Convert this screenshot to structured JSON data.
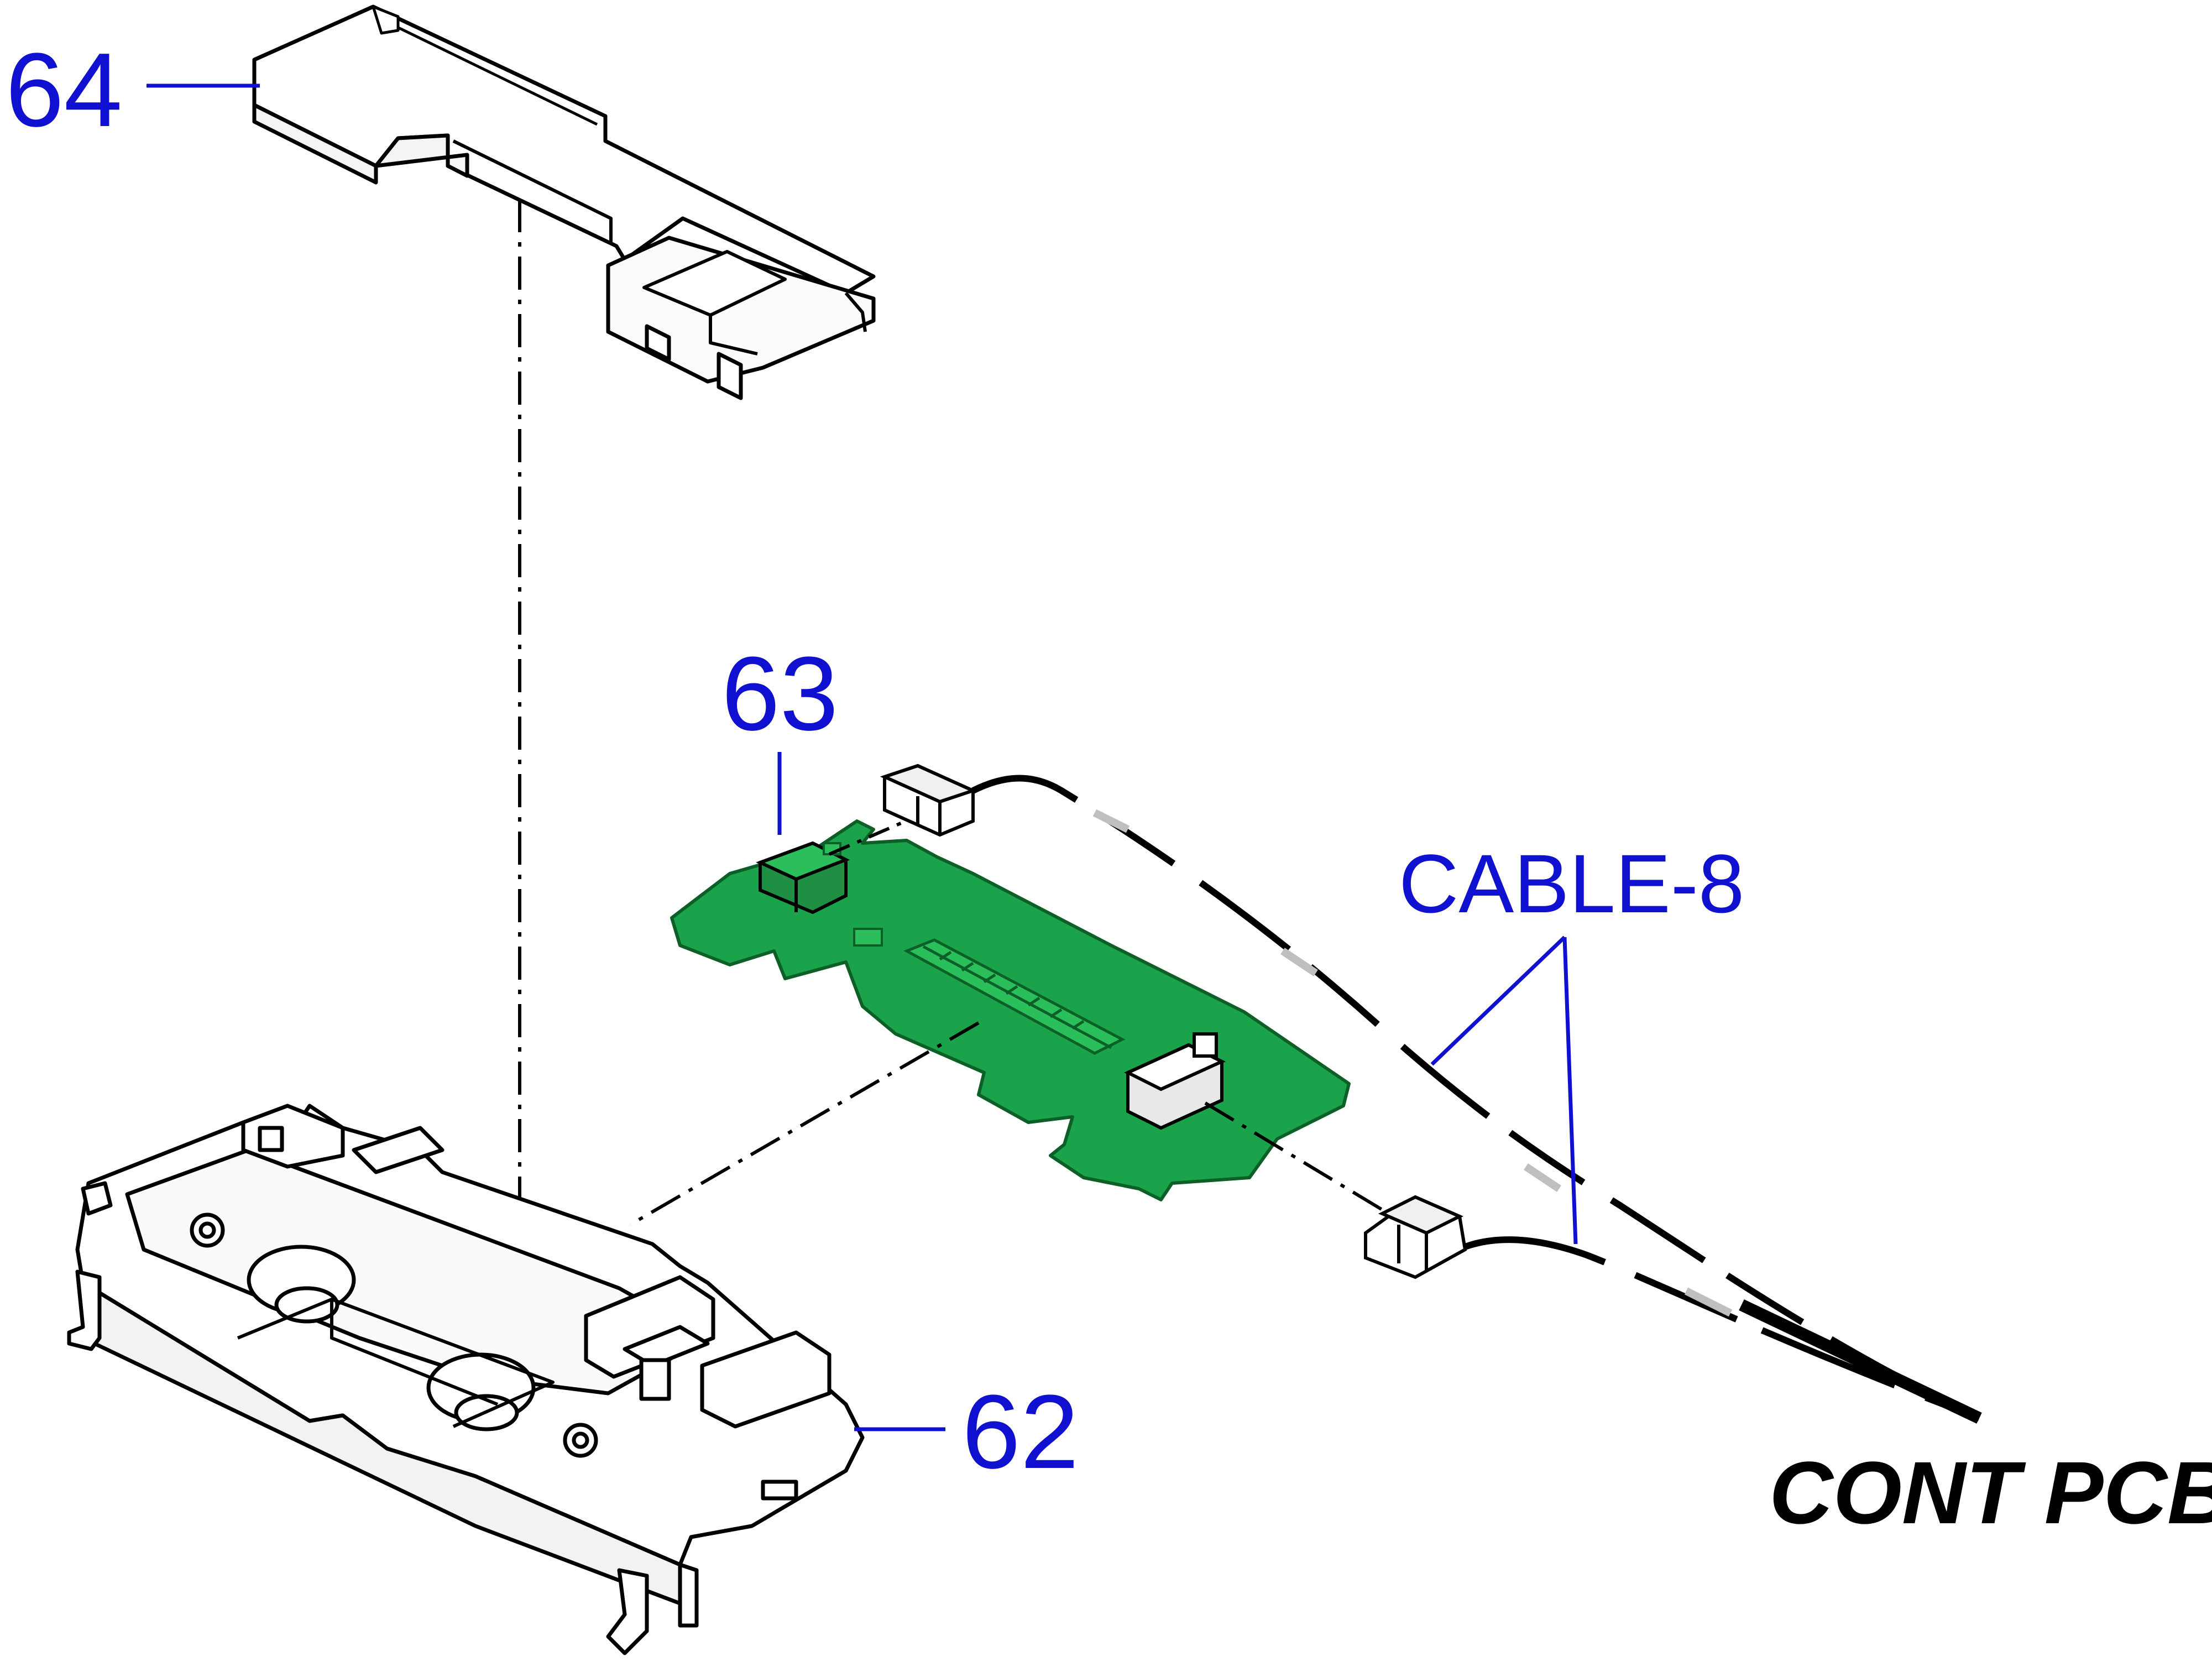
{
  "callouts": {
    "part_64": "64",
    "part_63": "63",
    "part_62": "62",
    "cable": "CABLE-8"
  },
  "destination": "CONT PCB",
  "colors": {
    "callout": "#1010d0",
    "pcb_fill": "#1aa34a",
    "pcb_edge": "#0c5f26",
    "ink": "#000000",
    "cable_sleeve": "#bfbfbf"
  }
}
